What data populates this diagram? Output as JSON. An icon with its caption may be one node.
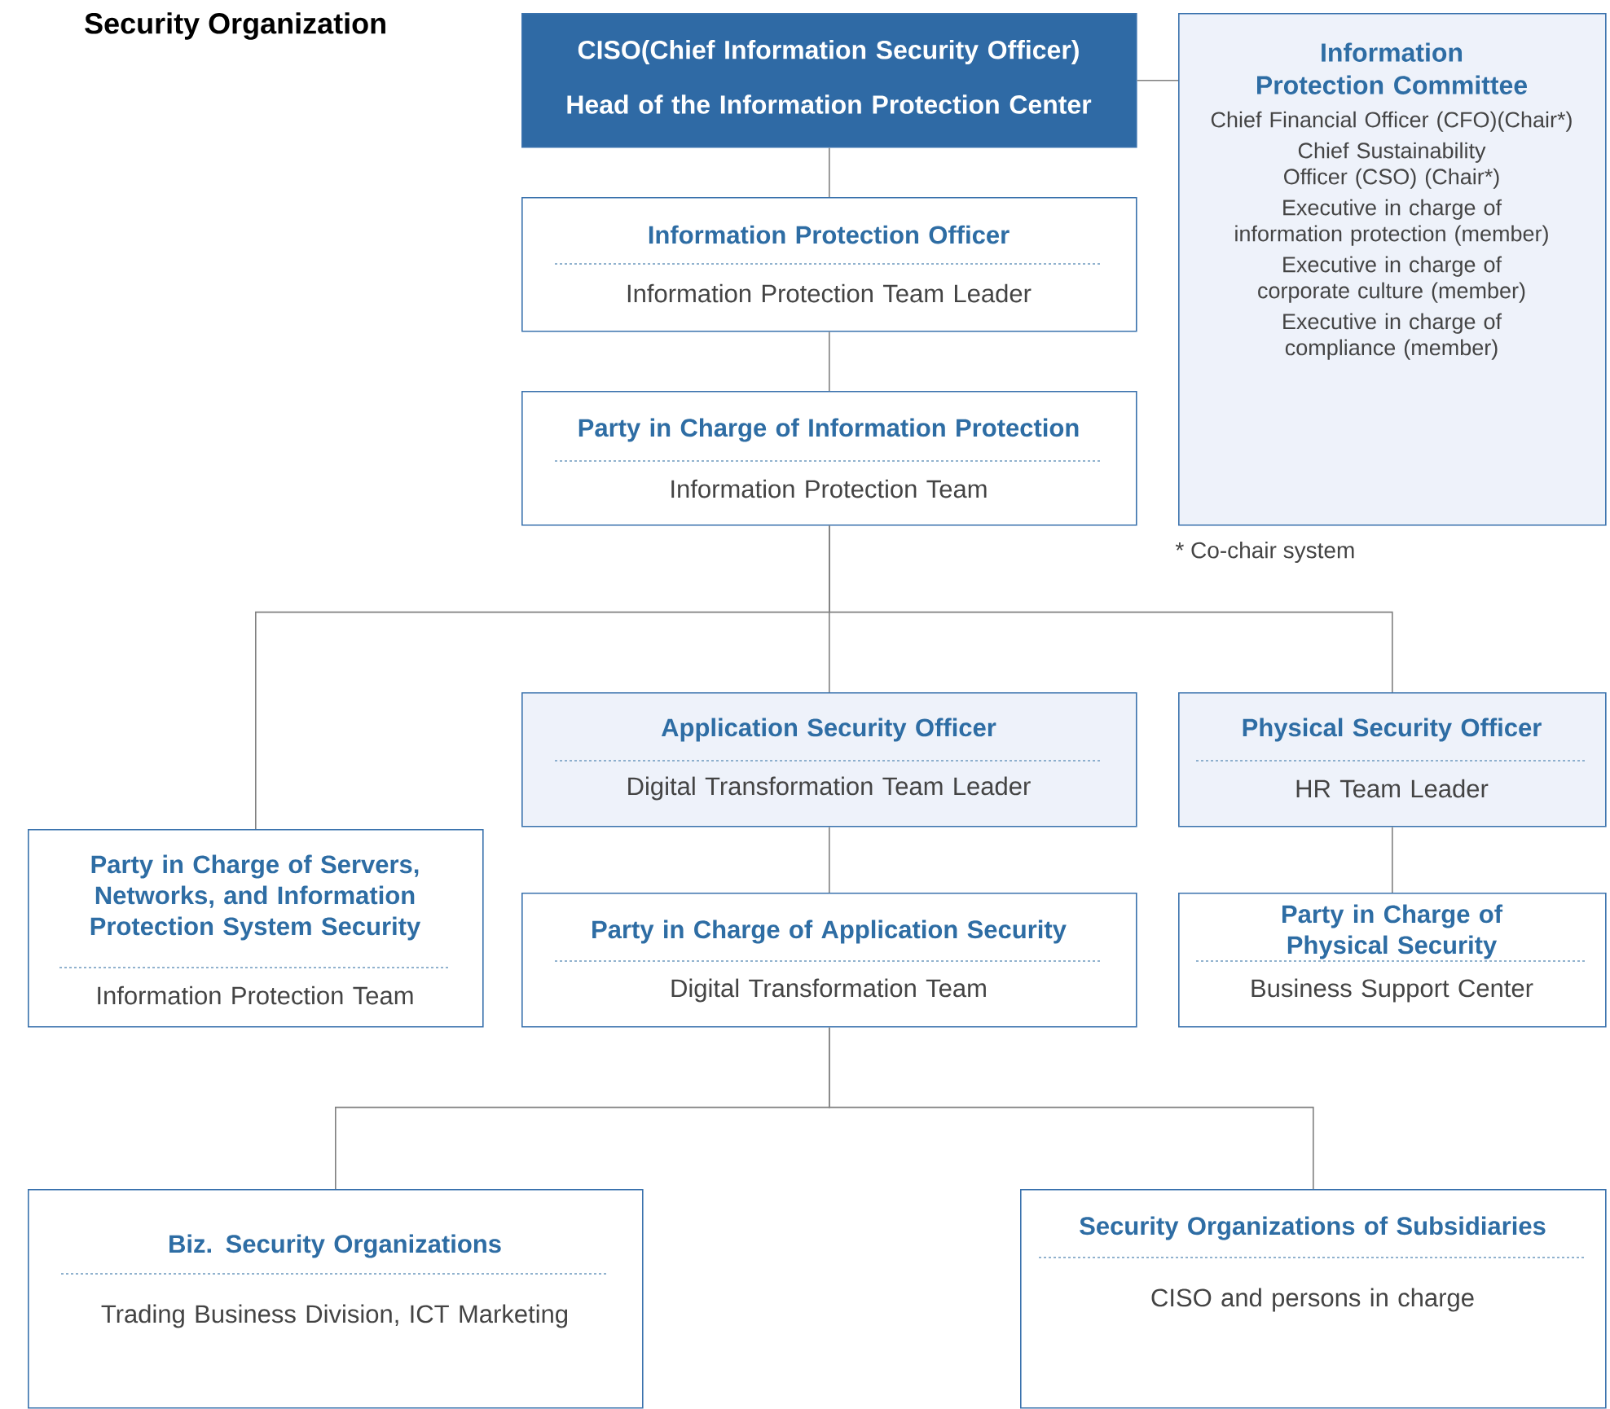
{
  "diagram": {
    "title": "Security Organization",
    "nodes": [
      {
        "text": [
          "CISO(Chief Information Security Officer)",
          "Head of the Information Protection Center"
        ]
      },
      {
        "text": [
          "Information Protection Committee",
          "Chief Financial Officer (CFO)(Chair*)",
          "Chief Sustainability Officer (CSO) (Chair*)",
          "Executive in charge of information protection (member)",
          "Executive in charge of corporate culture (member)",
          "Executive in charge of compliance (member)"
        ]
      },
      {
        "text": [
          "Information Protection Officer",
          "Information Protection Team Leader"
        ]
      },
      {
        "text": [
          "Party in Charge of Information Protection",
          "Information Protection Team"
        ]
      },
      {
        "text": [
          "Application Security Officer",
          "Digital Transformation Team Leader"
        ]
      },
      {
        "text": [
          "Physical Security Officer",
          "HR Team Leader"
        ]
      },
      {
        "text": [
          "Party in Charge of Servers, Networks, and Information Protection System Security",
          "Information Protection Team"
        ]
      },
      {
        "text": [
          "Party in Charge of Application Security",
          "Digital Transformation Team"
        ]
      },
      {
        "text": [
          "Party in Charge of Physical Security",
          "Business Support Center"
        ]
      },
      {
        "text": [
          "Biz. Security Organizations",
          "Trading Business Division, ICT Marketing"
        ]
      },
      {
        "text": [
          "Security Organizations of Subsidiaries",
          "CISO and persons in charge"
        ]
      }
    ],
    "edges": [
      {
        "from": 0,
        "to": 1,
        "arrow": "none"
      },
      {
        "from": 0,
        "to": 2,
        "arrow": "none"
      },
      {
        "from": 2,
        "to": 3,
        "arrow": "none"
      },
      {
        "from": 3,
        "to": 6,
        "arrow": "none"
      },
      {
        "from": 3,
        "to": 4,
        "arrow": "none"
      },
      {
        "from": 3,
        "to": 5,
        "arrow": "none"
      },
      {
        "from": 4,
        "to": 7,
        "arrow": "none"
      },
      {
        "from": 5,
        "to": 8,
        "arrow": "none"
      },
      {
        "from": 7,
        "to": 9,
        "arrow": "none"
      },
      {
        "from": 7,
        "to": 10,
        "arrow": "none"
      }
    ],
    "labels": [
      "* Co-chair system"
    ]
  }
}
